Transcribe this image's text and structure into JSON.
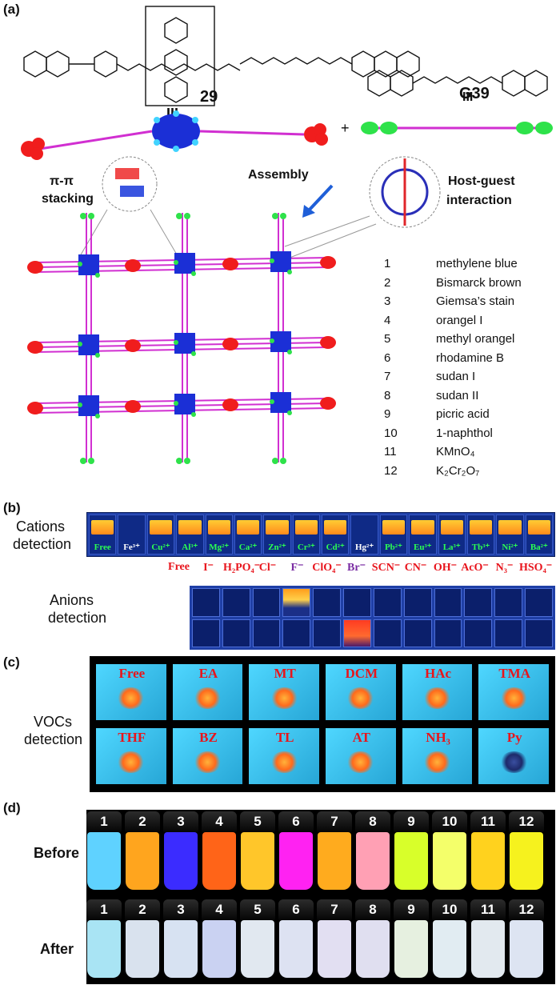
{
  "panel_labels": {
    "a": "(a)",
    "b": "(b)",
    "c": "(c)",
    "d": "(d)"
  },
  "section_a": {
    "host_label": "29",
    "guest_label": "G39",
    "plus": "+",
    "assembly": "Assembly",
    "pi_pi_line1": "π-π",
    "pi_pi_line2": "stacking",
    "host_guest_line1": "Host-guest",
    "host_guest_line2": "interaction",
    "dyes": [
      {
        "num": "1",
        "name": "methylene blue"
      },
      {
        "num": "2",
        "name": "Bismarck brown"
      },
      {
        "num": "3",
        "name": "Giemsa’s stain"
      },
      {
        "num": "4",
        "name": "orangel I"
      },
      {
        "num": "5",
        "name": "methyl orangel"
      },
      {
        "num": "6",
        "name": "rhodamine B"
      },
      {
        "num": "7",
        "name": "sudan I"
      },
      {
        "num": "8",
        "name": "sudan II"
      },
      {
        "num": "9",
        "name": "picric acid"
      },
      {
        "num": "10",
        "name": "1-naphthol"
      },
      {
        "num": "11",
        "name": "KMnO₄"
      },
      {
        "num": "12",
        "name": "K₂Cr₂O₇"
      }
    ]
  },
  "section_b": {
    "cations_label": "Cations",
    "cations_label2": "detection",
    "cations": [
      "Free",
      "Fe³⁺",
      "Cu²⁺",
      "Al³⁺",
      "Mg²⁺",
      "Ca²⁺",
      "Zn²⁺",
      "Cr³⁺",
      "Cd²⁺",
      "Hg²⁺",
      "Pb²⁺",
      "Eu³⁺",
      "La³⁺",
      "Tb³⁺",
      "Ni²⁺",
      "Ba²⁺"
    ],
    "anions_label": "Anions",
    "anions_label2": "detection",
    "anions": [
      "Free",
      "I⁻",
      "H₂PO₄⁻",
      "Cl⁻",
      "F⁻",
      "ClO₄⁻",
      "Br⁻",
      "SCN⁻",
      "CN⁻",
      "OH⁻",
      "AcO⁻",
      "N₃⁻",
      "HSO₄⁻"
    ]
  },
  "section_c": {
    "label": "VOCs",
    "label2": "detection",
    "vocs": [
      "Free",
      "EA",
      "MT",
      "DCM",
      "HAc",
      "TMA",
      "THF",
      "BZ",
      "TL",
      "AT",
      "NH₃",
      "Py"
    ]
  },
  "section_d": {
    "before_label": "Before",
    "after_label": "After",
    "vial_numbers": [
      "1",
      "2",
      "3",
      "4",
      "5",
      "6",
      "7",
      "8",
      "9",
      "10",
      "11",
      "12"
    ],
    "before_colors": [
      "#5fd2ff",
      "#ffa51e",
      "#3b2cff",
      "#ff6418",
      "#ffc62a",
      "#ff22f2",
      "#ffab1e",
      "#ffa0b4",
      "#d8ff2a",
      "#f4ff6a",
      "#ffd21e",
      "#f6f21e"
    ],
    "after_colors": [
      "#a9e4f4",
      "#d9e2ee",
      "#d7e2f2",
      "#cad2f2",
      "#e1e8f0",
      "#dde2f2",
      "#e2dff2",
      "#e0dff0",
      "#e6f0e0",
      "#e1ecf2",
      "#e2e9ef",
      "#dde4f2"
    ]
  }
}
